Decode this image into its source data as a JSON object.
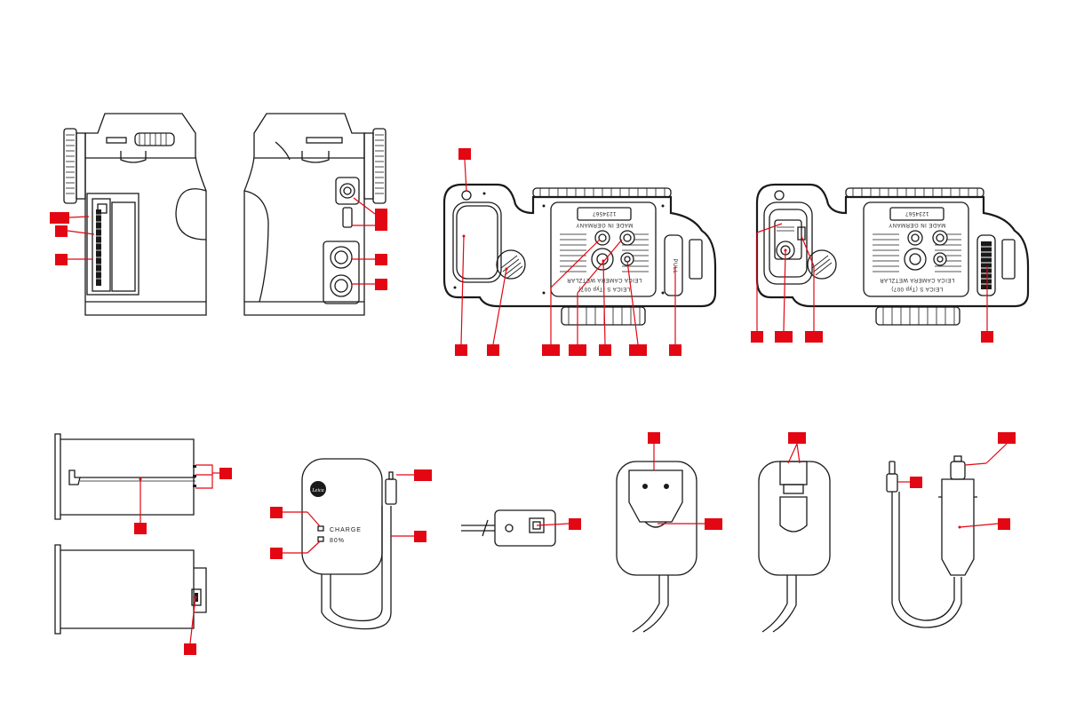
{
  "colors": {
    "callout": "#e30613",
    "line": "#1a1a1a",
    "background": "#ffffff"
  },
  "charger": {
    "charge_label": "CHARGE",
    "eighty_label": "80%"
  },
  "camera_bottom": {
    "serial": "1234567",
    "made_in": "MADE IN GERMANY",
    "model": "LEICA S (Typ 007)",
    "company": "LEICA CAMERA WETZLAR",
    "pull_label": "PULL"
  },
  "icons": [
    "leica-logo-icon",
    "callout-marker-icon"
  ]
}
